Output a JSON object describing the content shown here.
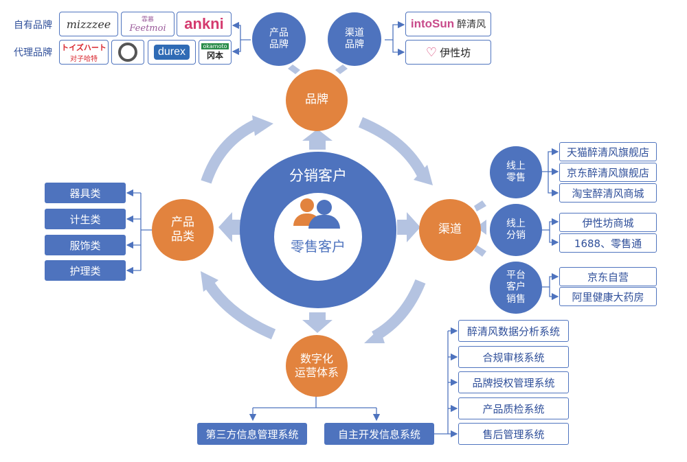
{
  "center": {
    "outer_label": "分销客户",
    "inner_label": "零售客户"
  },
  "nodes": {
    "brand": "品牌",
    "channel": "渠道",
    "category": "产品\n品类",
    "digital": "数字化\n运营体系",
    "product_brand": "产品\n品牌",
    "channel_brand": "渠道\n品牌",
    "online_retail": "线上\n零售",
    "online_distribution": "线上\n分销",
    "platform_sales": "平台\n客户\n销售"
  },
  "brand_rows": {
    "own": "自有品牌",
    "agent": "代理品牌"
  },
  "logos": {
    "mizzzee": "mizzzee",
    "feetmoi": "Feetmoi",
    "feetmoi_cn": "霏慕",
    "ankni": "ankni",
    "toysheart": "トイズハート",
    "toysheart_cn": "对子哈特",
    "durex": "durex",
    "okamoto": "okamoto",
    "okamoto_cn": "冈本",
    "intosun": "intoSun",
    "intosun_cn": "醉清风",
    "yixingfang": "伊性坊"
  },
  "categories": [
    "器具类",
    "计生类",
    "服饰类",
    "护理类"
  ],
  "online_retail_items": [
    "天猫醉清风旗舰店",
    "京东醉清风旗舰店",
    "淘宝醉清风商城"
  ],
  "online_distribution_items": [
    "伊性坊商城",
    "1688、零售通"
  ],
  "platform_items": [
    "京东自营",
    "阿里健康大药房"
  ],
  "systems": [
    "醉清风数据分析系统",
    "合规审核系统",
    "品牌授权管理系统",
    "产品质检系统",
    "售后管理系统"
  ],
  "bottom_systems": [
    "第三方信息管理系统",
    "自主开发信息系统"
  ],
  "colors": {
    "blue": "#4e73be",
    "orange": "#e2833e",
    "light_arrow": "#b4c3e1"
  }
}
